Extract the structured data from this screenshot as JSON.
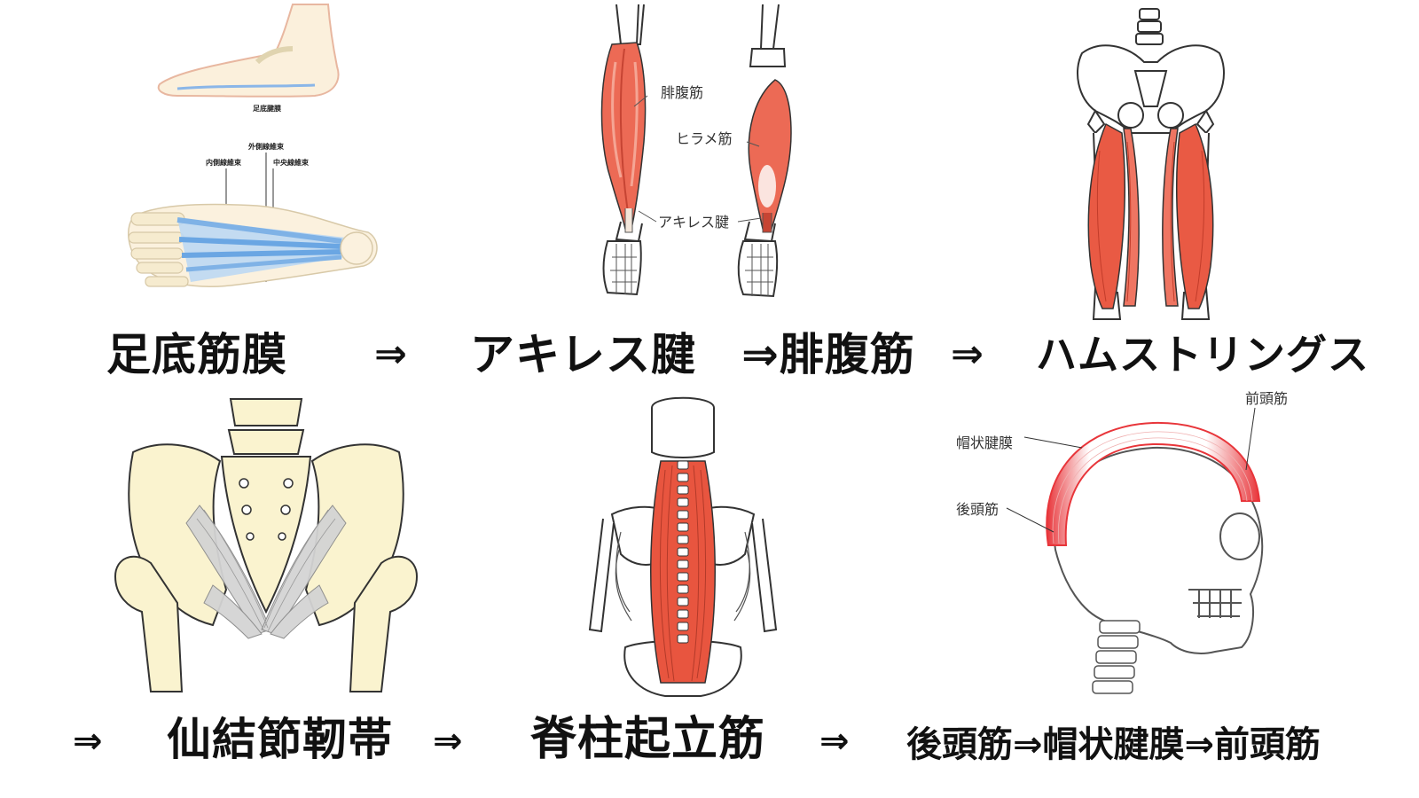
{
  "colors": {
    "muscle_red": "#e8553f",
    "muscle_light": "#f4a08e",
    "bone": "#faf3cf",
    "bone_stroke": "#444444",
    "fascia_blue": "#9cc8ee",
    "ligament_gray": "#c9c9c9"
  },
  "icons": [
    "plantar-fascia-illustration",
    "calf-muscles-illustration",
    "hamstrings-illustration",
    "sacrotuberous-ligament-illustration",
    "erector-spinae-illustration",
    "skull-scalp-muscles-illustration"
  ],
  "top_row": {
    "foot": {
      "plantar_label": "足底腱膜",
      "lateral_label": "外側線維束",
      "medial_label": "内側線維束",
      "central_label": "中央線維束"
    },
    "calf": {
      "gastrocnemius": "腓腹筋",
      "soleus": "ヒラメ筋",
      "achilles": "アキレス腱"
    },
    "captions": {
      "c1": "足底筋膜",
      "a1": "⇒",
      "c2": "アキレス腱",
      "c3": "⇒腓腹筋",
      "a2": "⇒",
      "c4": "ハムストリングス"
    }
  },
  "bottom_row": {
    "skull": {
      "frontalis": "前頭筋",
      "galea": "帽状腱膜",
      "occipitalis": "後頭筋"
    },
    "captions": {
      "a0": "⇒",
      "c1": "仙結節靭帯",
      "a1": "⇒",
      "c2": "脊柱起立筋",
      "a2": "⇒",
      "c3": "後頭筋⇒帽状腱膜⇒前頭筋"
    }
  }
}
